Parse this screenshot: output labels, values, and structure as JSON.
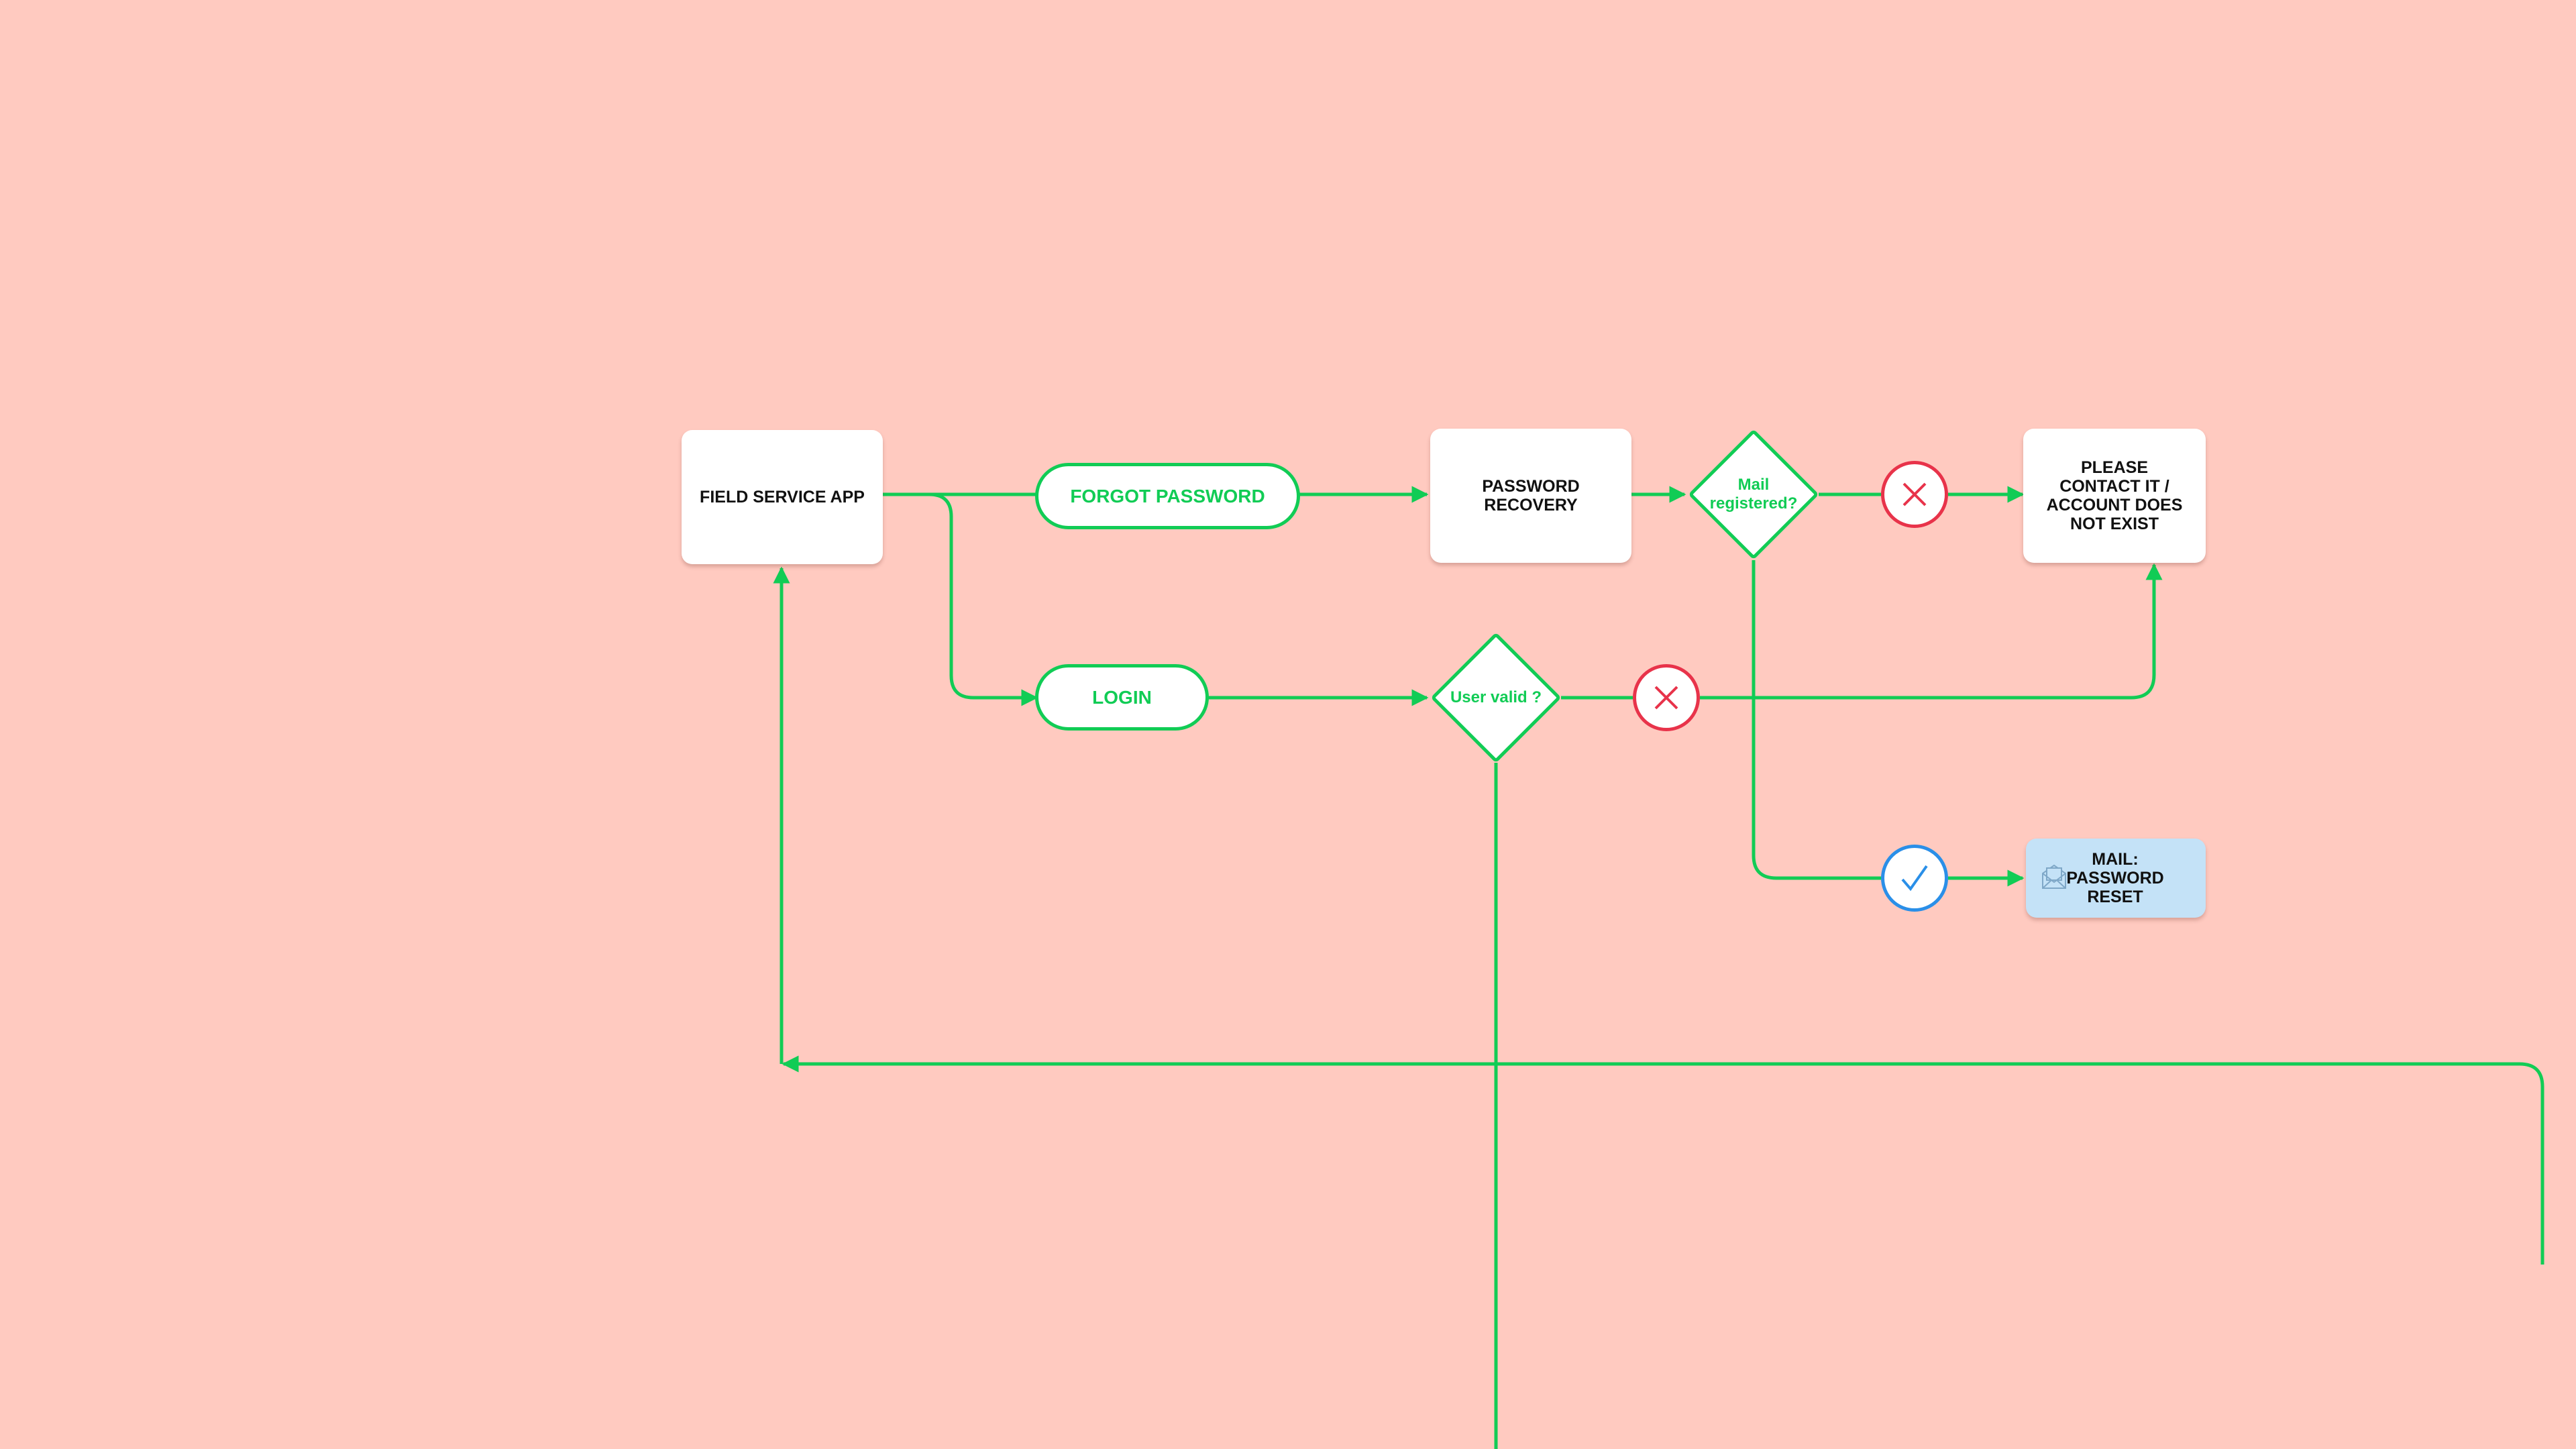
{
  "colors": {
    "background": "#FFCAC0",
    "connector": "#11CC55",
    "reject": "#E8334A",
    "accept": "#2A8FE8",
    "mail_box": "#C4E2F7"
  },
  "nodes": {
    "field_service_app": {
      "label": "FIELD SERVICE APP"
    },
    "forgot_password": {
      "label": "FORGOT PASSWORD"
    },
    "login": {
      "label": "LOGIN"
    },
    "password_recovery": {
      "label": "PASSWORD RECOVERY"
    },
    "mail_registered": {
      "label": "Mail registered?"
    },
    "user_valid": {
      "label": "User valid ?"
    },
    "contact_it": {
      "label": "PLEASE CONTACT IT / ACCOUNT DOES NOT EXIST"
    },
    "mail_reset": {
      "label": "MAIL: PASSWORD RESET"
    }
  },
  "icons": {
    "reject_mail": "close-icon",
    "reject_user": "close-icon",
    "accept_mail": "checkmark-icon",
    "mail": "envelope-icon"
  }
}
